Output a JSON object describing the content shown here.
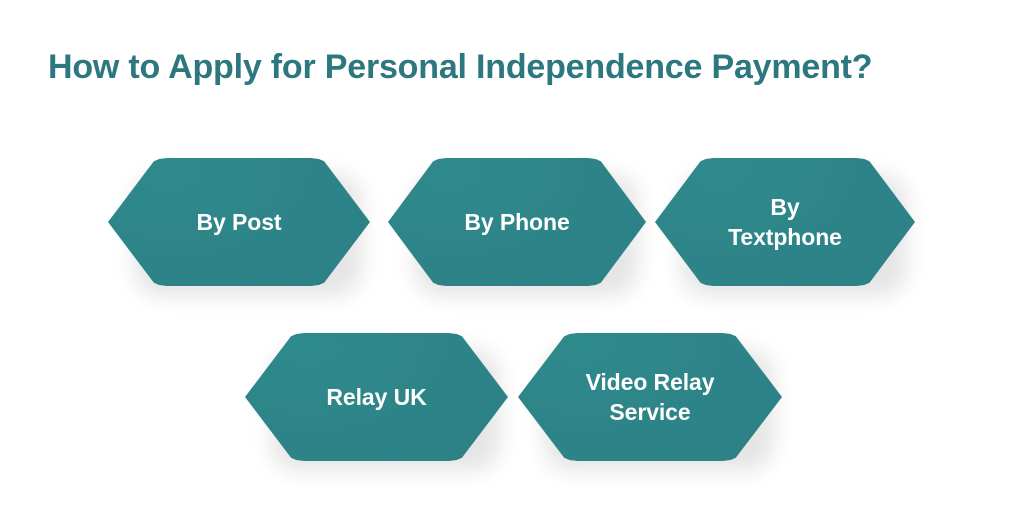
{
  "page": {
    "background_color": "#ffffff",
    "title": "How to Apply for Personal Independence Payment?",
    "title_color": "#2d777e"
  },
  "theme": {
    "hex_fill_light": "#2f8a8c",
    "hex_fill_dark": "#2b7f86",
    "hex_label_color": "#ffffff",
    "shadow_color": "#000000"
  },
  "rows": [
    {
      "name": "row-one",
      "options": [
        {
          "label": "By Post"
        },
        {
          "label": "By Phone"
        },
        {
          "label": "By Textphone"
        }
      ]
    },
    {
      "name": "row-two",
      "options": [
        {
          "label": "Relay UK"
        },
        {
          "label": "Video Relay\nService"
        }
      ]
    }
  ]
}
